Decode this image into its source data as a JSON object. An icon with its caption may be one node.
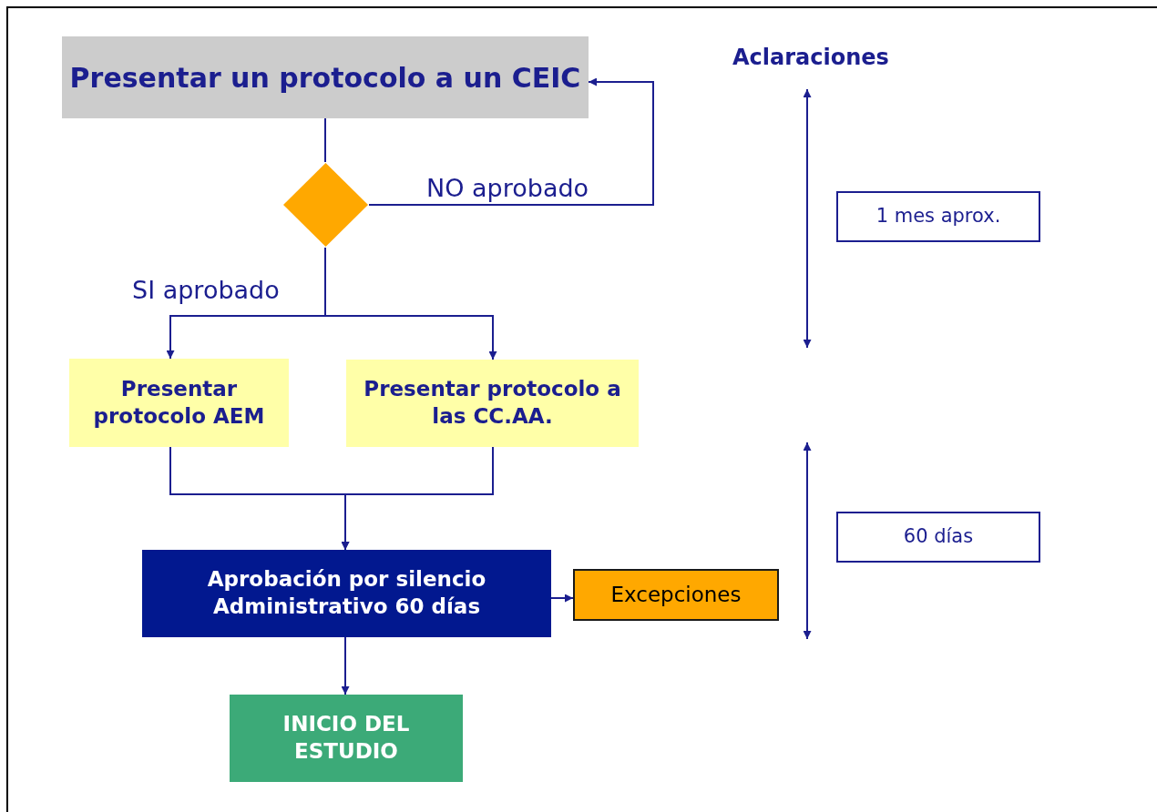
{
  "diagram": {
    "nodes": [
      {
        "text": [
          "Presentar un protocolo a un CEIC"
        ]
      },
      {
        "text": [],
        "shape": "diamond"
      },
      {
        "text": [
          "Presentar protocolo AEM"
        ]
      },
      {
        "text": [
          "Presentar protocolo a las CC.AA."
        ]
      },
      {
        "text": [
          "Aprobación por silencio Administrativo 60 días"
        ]
      },
      {
        "text": [
          "Excepciones"
        ]
      },
      {
        "text": [
          "INICIO DEL ESTUDIO"
        ]
      },
      {
        "text": [
          "1 mes aprox."
        ]
      },
      {
        "text": [
          "60 días"
        ]
      }
    ],
    "edges": [
      {
        "from": 0,
        "to": 1,
        "arrow": "none"
      },
      {
        "from": 1,
        "to": 0,
        "arrow": "to",
        "label": "NO aprobado"
      },
      {
        "from": 1,
        "to": 2,
        "arrow": "to",
        "label": "SI aprobado"
      },
      {
        "from": 1,
        "to": 3,
        "arrow": "to"
      },
      {
        "from": 2,
        "to": 4,
        "arrow": "to"
      },
      {
        "from": 3,
        "to": 4,
        "arrow": "to"
      },
      {
        "from": 4,
        "to": 5,
        "arrow": "to"
      },
      {
        "from": 4,
        "to": 6,
        "arrow": "to"
      }
    ],
    "labels": [
      "Aclaraciones"
    ]
  }
}
